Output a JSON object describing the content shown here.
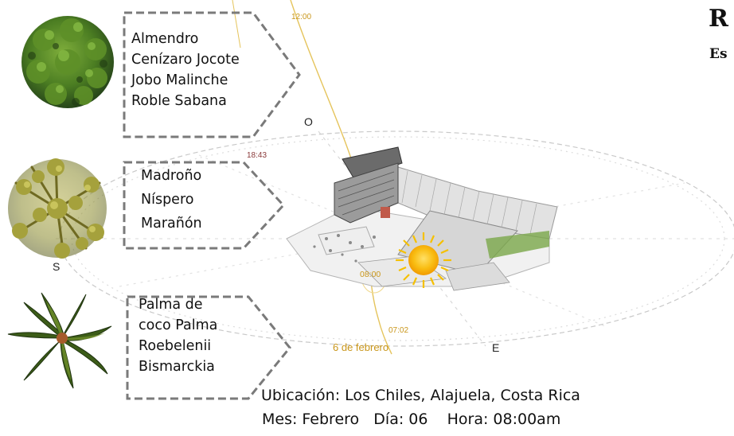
{
  "title": {
    "line1": "R",
    "line2": "Es"
  },
  "groups": [
    {
      "names": [
        "Almendro",
        "Cenízaro Jocote",
        "Jobo Malinche",
        "Roble Sabana"
      ],
      "tree_icon": "broadleaf-tree-icon"
    },
    {
      "names": [
        "Madroño",
        "Níspero",
        "Marañón"
      ],
      "tree_icon": "conifer-tree-icon"
    },
    {
      "names": [
        "Palma de",
        "coco Palma",
        "Roebelenii",
        "Bismarckia"
      ],
      "tree_icon": "palm-tree-icon"
    }
  ],
  "sun_path": {
    "times": {
      "noon": "12:00",
      "sunset": "18:43",
      "now": "08:00",
      "sunrise": "07:02"
    },
    "date": "6 de febrero",
    "compass": {
      "west": "O",
      "south": "S",
      "east": "E"
    }
  },
  "location_caption": "Ubicación: Los Chiles, Alajuela, Costa Rica",
  "datetime_caption": "Mes: Febrero   Día: 06    Hora: 08:00am",
  "colors": {
    "text": "#111111",
    "box_border": "#7a7a7a",
    "sun_path": "#e5c45c",
    "time_label": "#c9961a",
    "sunset_label": "#8a3a3a",
    "sun": "#f7b500",
    "broadleaf_tree": "#3f6b1f",
    "conifer_tree": "#8f8a2c",
    "palm_tree": "#2f4a12"
  }
}
